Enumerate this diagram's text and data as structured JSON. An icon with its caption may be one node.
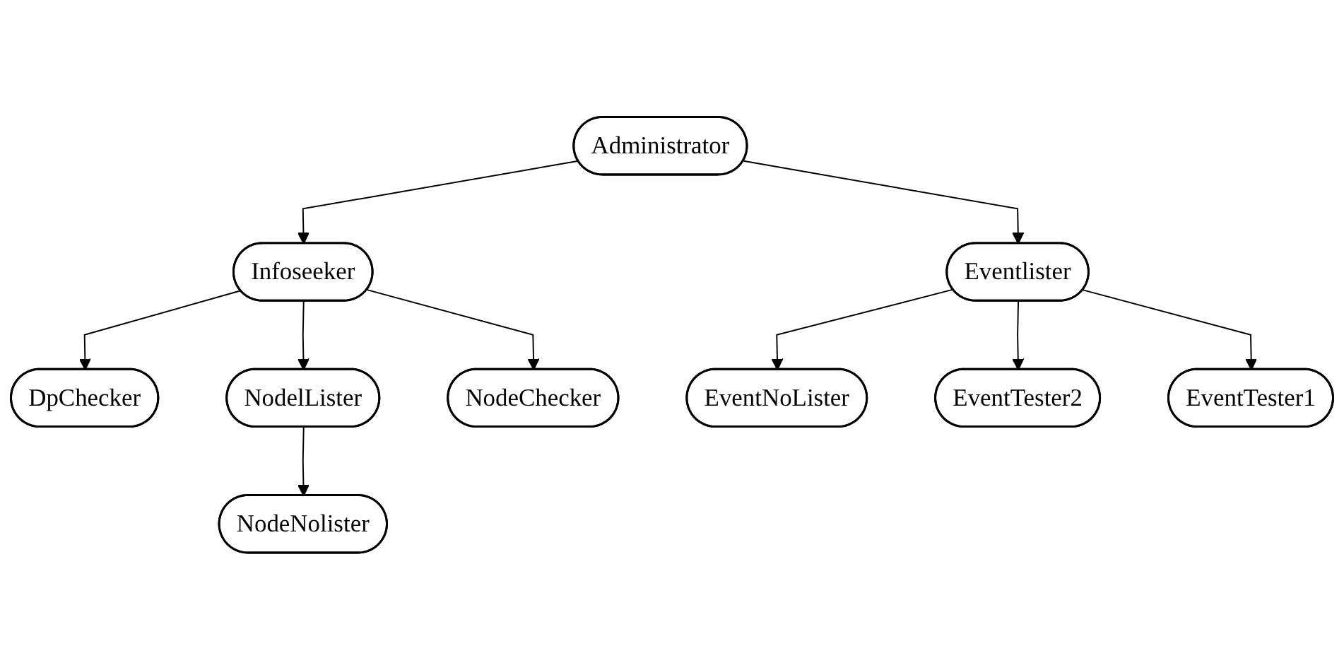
{
  "diagram": {
    "nodes": [
      {
        "text": [
          "Administrator"
        ]
      },
      {
        "text": [
          "Infoseeker"
        ]
      },
      {
        "text": [
          "Eventlister"
        ]
      },
      {
        "text": [
          "DpChecker"
        ]
      },
      {
        "text": [
          "NodelLister"
        ]
      },
      {
        "text": [
          "NodeChecker"
        ]
      },
      {
        "text": [
          "EventNoLister"
        ]
      },
      {
        "text": [
          "EventTester2"
        ]
      },
      {
        "text": [
          "EventTester1"
        ]
      },
      {
        "text": [
          "NodeNolister"
        ]
      }
    ],
    "edges": [
      {
        "from": 0,
        "to": 1,
        "arrow": "to"
      },
      {
        "from": 0,
        "to": 2,
        "arrow": "to"
      },
      {
        "from": 1,
        "to": 3,
        "arrow": "to"
      },
      {
        "from": 1,
        "to": 4,
        "arrow": "to"
      },
      {
        "from": 1,
        "to": 5,
        "arrow": "to"
      },
      {
        "from": 2,
        "to": 6,
        "arrow": "to"
      },
      {
        "from": 2,
        "to": 7,
        "arrow": "to"
      },
      {
        "from": 2,
        "to": 8,
        "arrow": "to"
      },
      {
        "from": 4,
        "to": 9,
        "arrow": "to"
      }
    ]
  }
}
